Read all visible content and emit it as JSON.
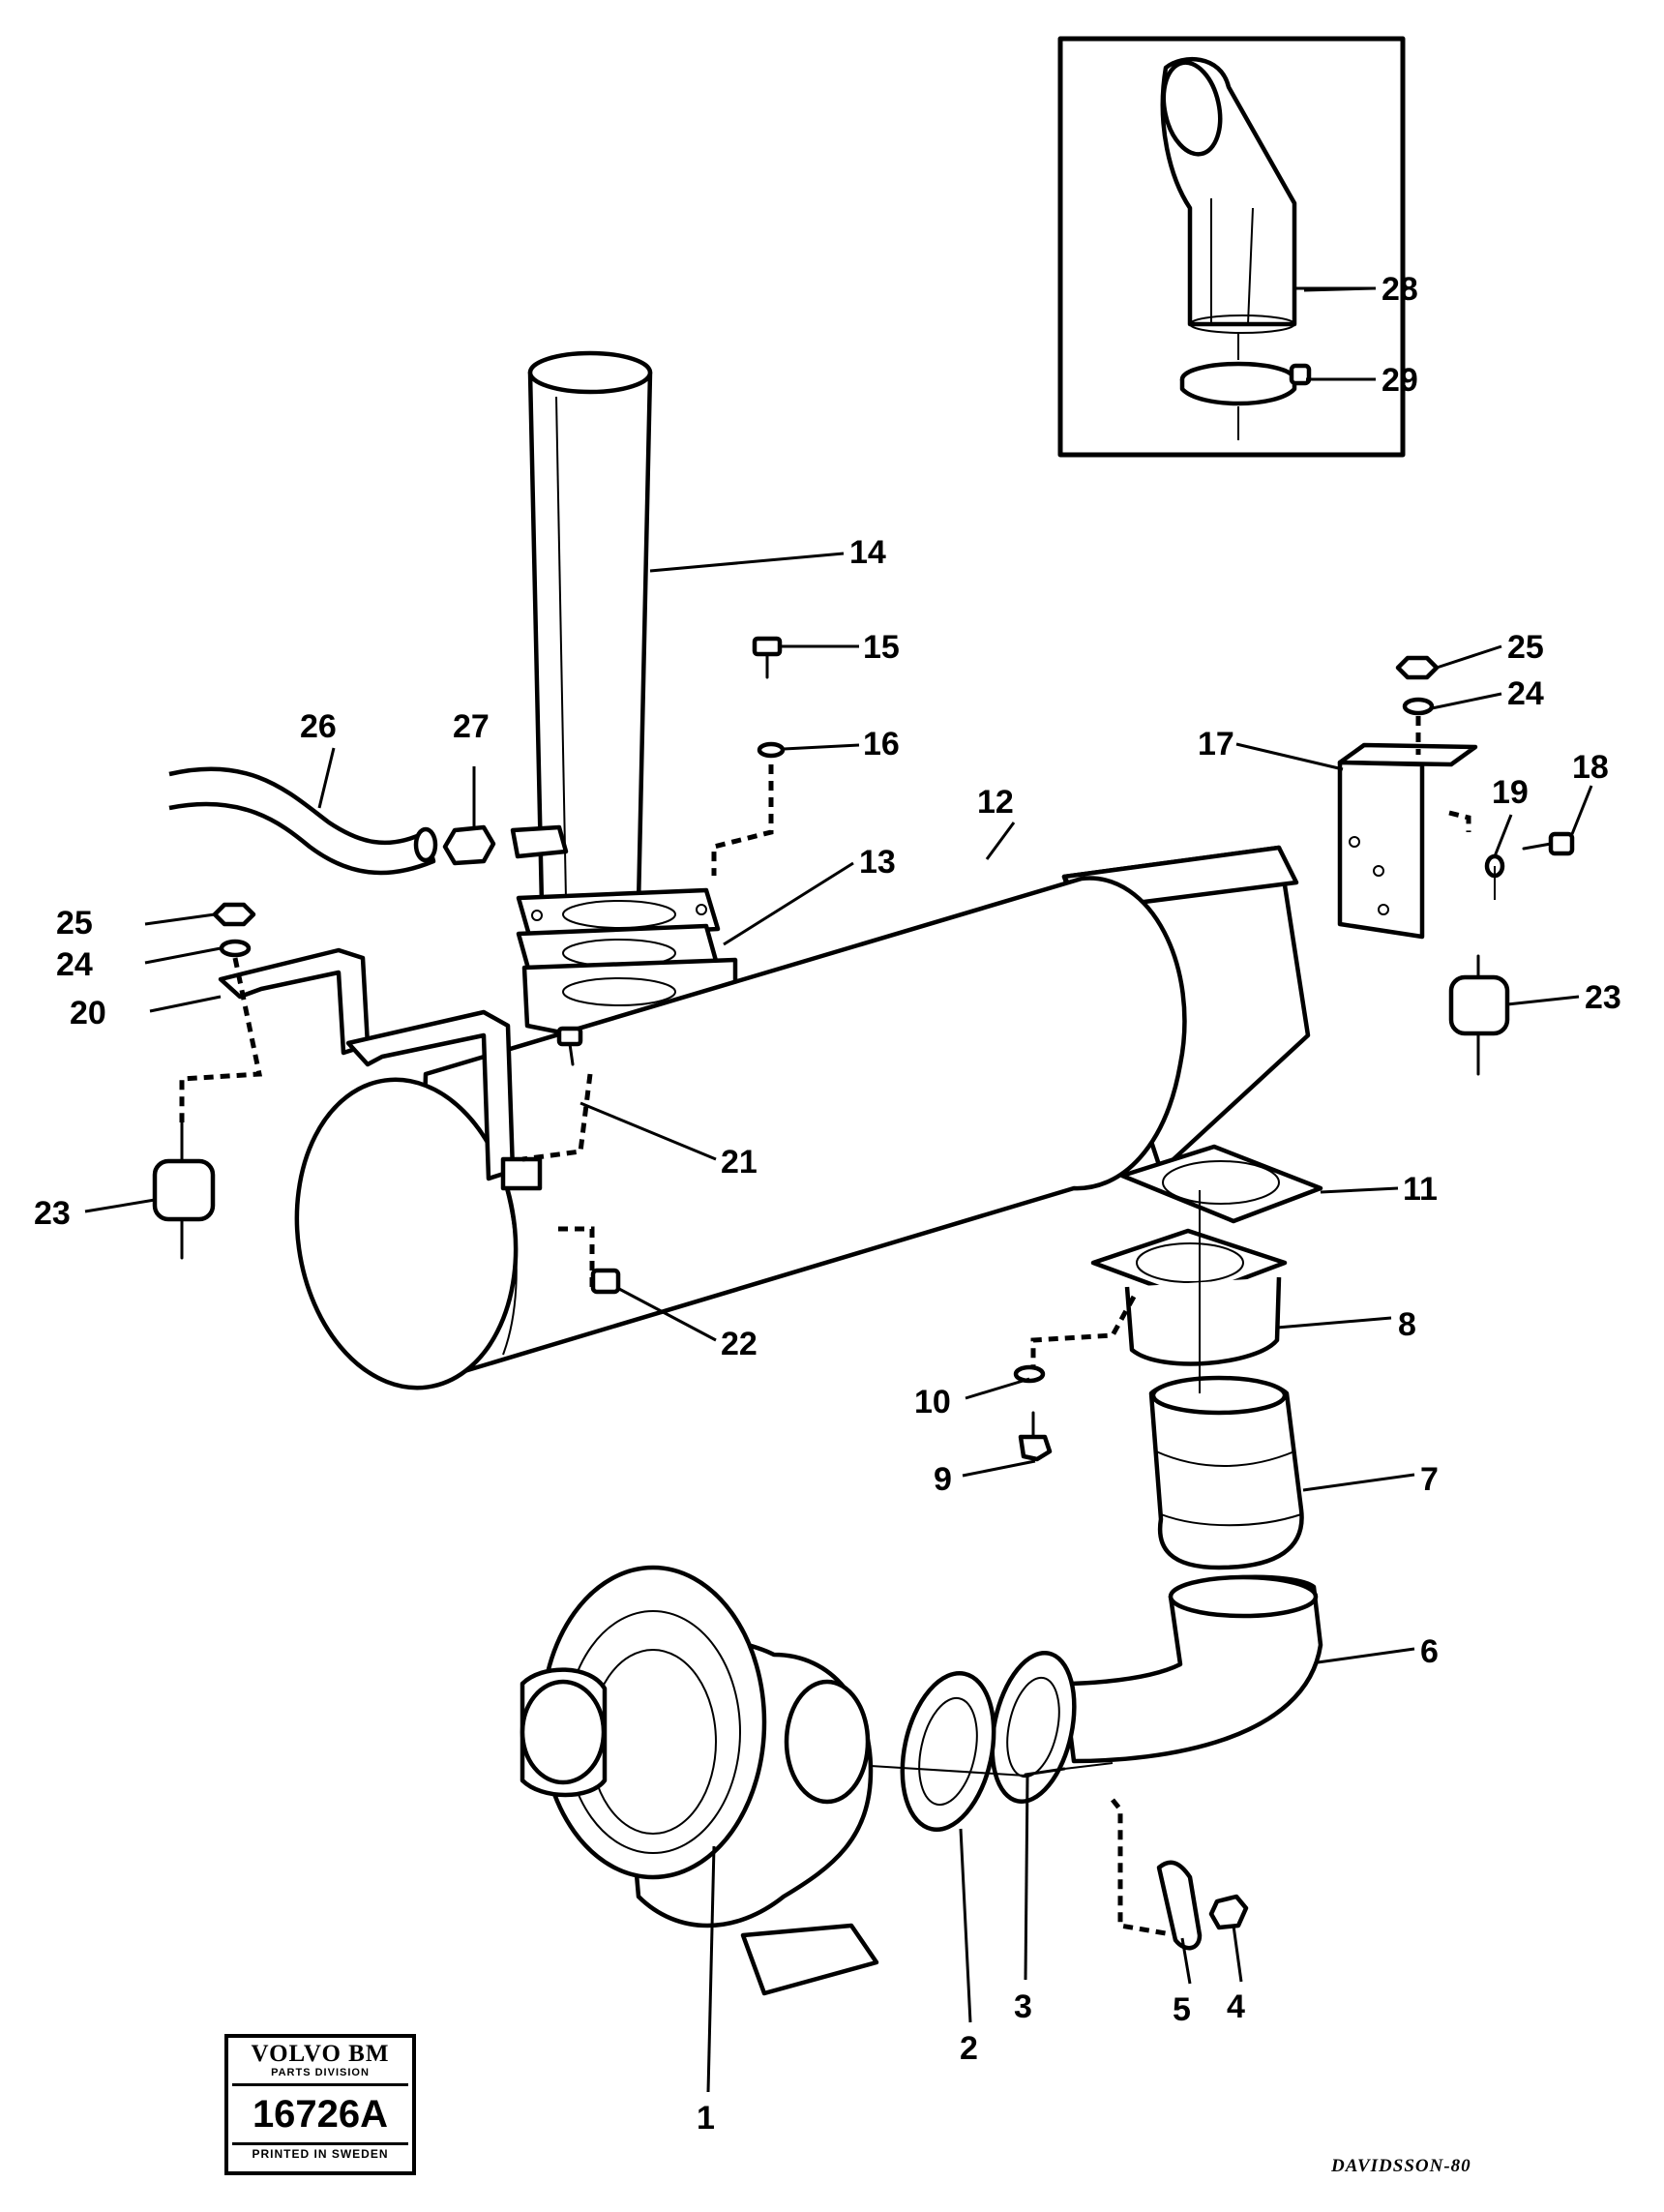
{
  "callouts": {
    "c1": "1",
    "c2": "2",
    "c3": "3",
    "c4": "4",
    "c5": "5",
    "c6": "6",
    "c7": "7",
    "c8": "8",
    "c9": "9",
    "c10": "10",
    "c11": "11",
    "c12": "12",
    "c13": "13",
    "c14": "14",
    "c15": "15",
    "c16": "16",
    "c17": "17",
    "c18": "18",
    "c19": "19",
    "c20": "20",
    "c21": "21",
    "c22": "22",
    "c23a": "23",
    "c23b": "23",
    "c24a": "24",
    "c24b": "24",
    "c25a": "25",
    "c25b": "25",
    "c26": "26",
    "c27": "27",
    "c28": "28",
    "c29": "29"
  },
  "label_box": {
    "brand": "VOLVO BM",
    "division": "PARTS DIVISION",
    "number": "16726A",
    "footer": "PRINTED IN SWEDEN"
  },
  "signature": "DAVIDSSON-80"
}
